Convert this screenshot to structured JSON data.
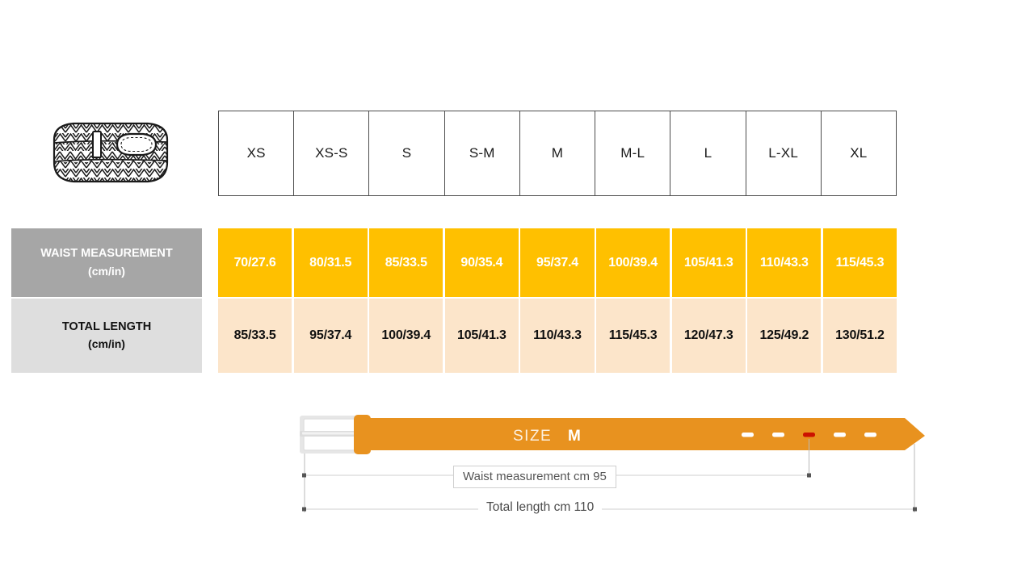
{
  "product_icon": {
    "name": "braided-belt-illustration",
    "alt": "Coiled braided belt with oval buckle"
  },
  "table": {
    "size_headers": [
      "XS",
      "XS-S",
      "S",
      "S-M",
      "M",
      "M-L",
      "L",
      "L-XL",
      "XL"
    ],
    "rows": [
      {
        "key": "waist",
        "label_line1": "WAIST MEASUREMENT",
        "label_line2": "(cm/in)",
        "label_bg": "#A6A6A6",
        "label_color": "#FFFFFF",
        "cell_bg": "#FFC000",
        "cell_color": "#FFFFFF",
        "values": [
          "70/27.6",
          "80/31.5",
          "85/33.5",
          "90/35.4",
          "95/37.4",
          "100/39.4",
          "105/41.3",
          "110/43.3",
          "115/45.3"
        ]
      },
      {
        "key": "length",
        "label_line1": "TOTAL LENGTH",
        "label_line2": "(cm/in)",
        "label_bg": "#DEDEDE",
        "label_color": "#111111",
        "cell_bg": "#FCE5CA",
        "cell_color": "#111111",
        "values": [
          "85/33.5",
          "95/37.4",
          "100/39.4",
          "105/41.3",
          "110/43.3",
          "115/45.3",
          "120/47.3",
          "125/49.2",
          "130/51.2"
        ]
      }
    ]
  },
  "diagram": {
    "size_caption_prefix": "SIZE",
    "size_caption_value": "M",
    "belt_color": "#E8921F",
    "buckle_color": "#E0E0E0",
    "highlighted_hole_color": "#CC1100",
    "hole_color": "#FFFFFF",
    "hole_count": 5,
    "highlighted_hole_index": 3,
    "waist_dimension_label": "Waist measurement cm 95",
    "total_length_dimension_label": "Total length cm 110"
  }
}
